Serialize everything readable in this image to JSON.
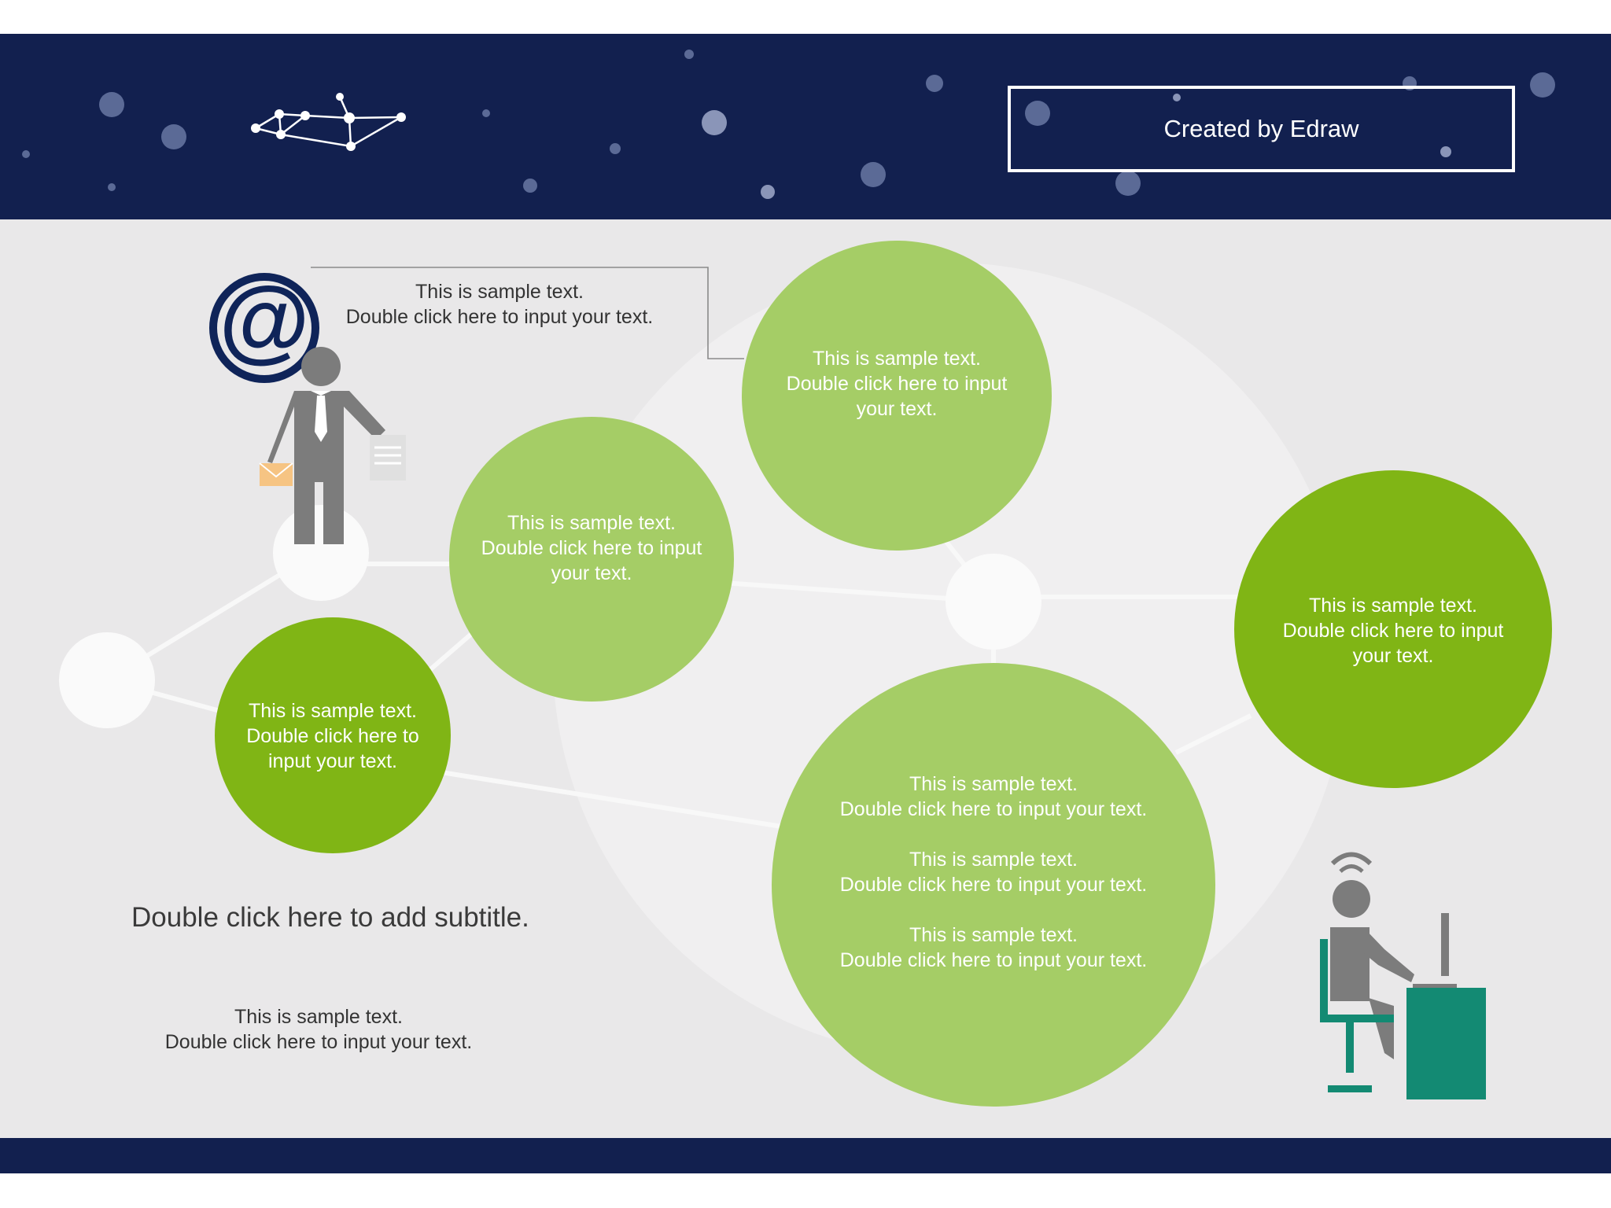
{
  "header": {
    "brand_label": "Created by Edraw"
  },
  "colors": {
    "navy": "#12204f",
    "light_green": "#a5cd66",
    "dark_green": "#80b515",
    "teal": "#138a73",
    "figure_gray": "#7c7c7c",
    "background": "#e9e8e9"
  },
  "icons": {
    "at": "at-sign-icon",
    "businessman": "businessman-icon",
    "worker": "computer-worker-icon",
    "constellation": "constellation-icon"
  },
  "diagram": {
    "callout_text": "This is sample text.\nDouble click here to input your text.",
    "circle_top_text": "This is sample text.\nDouble click here to input\nyour text.",
    "circle_mid_text": "This is sample text.\nDouble click here to input\nyour text.",
    "circle_left_text": "This is sample text.\nDouble click here to\ninput your text.",
    "circle_right_text": "This is sample text.\nDouble click here to input\nyour text.",
    "circle_big_text": "This is sample text.\nDouble click here to input your text.\n\nThis is sample text.\nDouble click here to input your text.\n\nThis is sample text.\nDouble click here to input your text."
  },
  "subtitle": "Double click here to add subtitle.",
  "footer_text": "This is sample text.\nDouble click here to input your text."
}
